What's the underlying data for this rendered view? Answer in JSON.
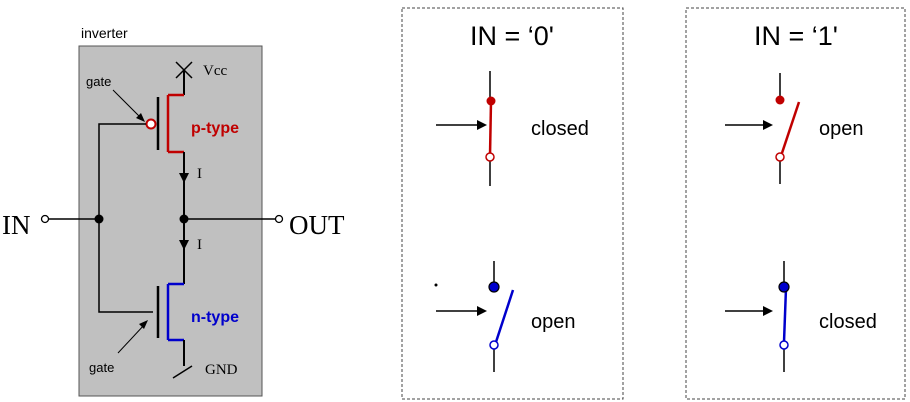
{
  "colors": {
    "box_fill": "#c0c0c0",
    "box_stroke": "#555555",
    "wire": "#000000",
    "p_type": "#c00000",
    "n_type": "#0000cc"
  },
  "inverter": {
    "title": "inverter",
    "vcc_label": "Vcc",
    "gnd_label": "GND",
    "in_label": "IN",
    "out_label": "OUT",
    "p_label": "p-type",
    "n_label": "n-type",
    "gate_top_label": "gate",
    "gate_bottom_label": "gate",
    "current_top_label": "I",
    "current_bottom_label": "I"
  },
  "panels": [
    {
      "title": "IN = ‘0'",
      "p_state": "closed",
      "n_state": "open"
    },
    {
      "title": "IN = ‘1'",
      "p_state": "open",
      "n_state": "closed"
    }
  ]
}
